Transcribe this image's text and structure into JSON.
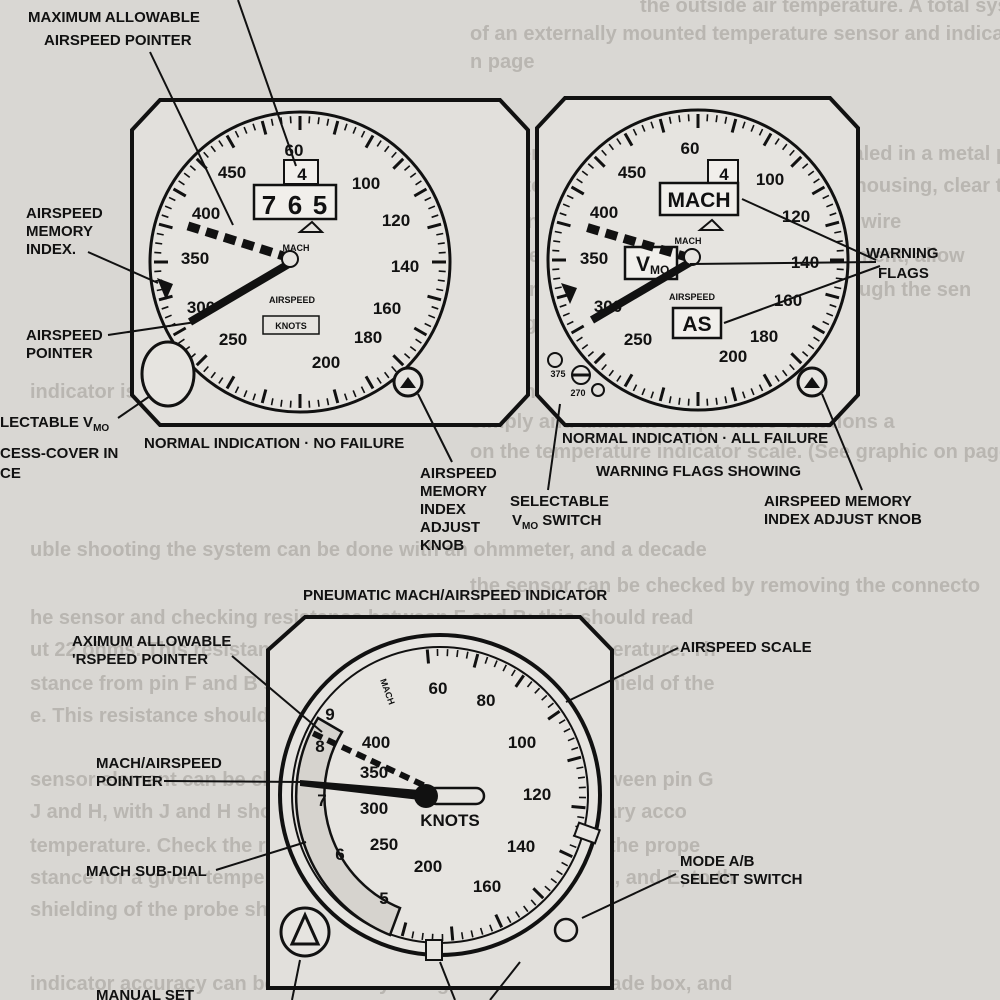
{
  "colors": {
    "paper": "#d9d7d3",
    "ink": "#111111",
    "ghost": "#b9b6b1"
  },
  "top_left": {
    "labels": {
      "max_airspeed_1": "MAXIMUM ALLOWABLE",
      "max_airspeed_2": "AIRSPEED POINTER",
      "memory_index_1": "AIRSPEED",
      "memory_index_2": "MEMORY",
      "memory_index_3": "INDEX.",
      "airspeed_pointer_1": "AIRSPEED",
      "airspeed_pointer_2": "POINTER",
      "vmo_cover_1": "LECTABLE V",
      "vmo_cover_sub": "MO",
      "vmo_cover_2": "CESS-COVER IN",
      "vmo_cover_3": "CE",
      "caption": "NORMAL INDICATION · NO FAILURE",
      "knob_1": "AIRSPEED",
      "knob_2": "MEMORY",
      "knob_3": "INDEX",
      "knob_4": "ADJUST",
      "knob_5": "KNOB"
    },
    "dial": {
      "scale": [
        "60",
        "100",
        "120",
        "140",
        "160",
        "180",
        "200",
        "250",
        "300",
        "350",
        "400",
        "450"
      ],
      "counter": [
        "7",
        "6",
        "5"
      ],
      "counter_top": "4",
      "mach": "MACH",
      "airspeed": "AIRSPEED",
      "knots": "KNOTS"
    }
  },
  "top_right": {
    "labels": {
      "warning_1": "WARNING",
      "warning_2": "FLAGS",
      "caption_1": "NORMAL INDICATION · ALL FAILURE",
      "caption_2": "WARNING FLAGS SHOWING",
      "vmo_switch_1": "SELECTABLE",
      "vmo_switch_2": "V",
      "vmo_switch_sub": "MO",
      "vmo_switch_3": "SWITCH",
      "knob_1": "AIRSPEED MEMORY",
      "knob_2": "INDEX ADJUST KNOB"
    },
    "dial": {
      "scale": [
        "60",
        "100",
        "120",
        "140",
        "160",
        "180",
        "200",
        "250",
        "300",
        "350",
        "400",
        "450"
      ],
      "flag_mach": "MACH",
      "flag_vmo": "V",
      "flag_vmo_sub": "MO",
      "flag_as": "AS",
      "counter_top": "4",
      "mach": "MACH",
      "airspeed": "AIRSPEED",
      "switch_375": "375",
      "switch_270": "270"
    }
  },
  "bottom": {
    "title": "PNEUMATIC MACH/AIRSPEED INDICATOR",
    "labels": {
      "max_1": "AXIMUM ALLOWABLE",
      "max_2": "'RSPEED POINTER",
      "mach_airspeed_1": "MACH/AIRSPEED",
      "mach_airspeed_2": "POINTER",
      "mach_subdial": "MACH SUB-DIAL",
      "airspeed_scale": "AIRSPEED SCALE",
      "mode_1": "MODE A/B",
      "mode_2": "SELECT SWITCH",
      "manual_set": "MANUAL SET"
    },
    "dial": {
      "outer": [
        "60",
        "80",
        "100",
        "120",
        "140",
        "160"
      ],
      "inner": [
        "400",
        "350",
        "300",
        "250",
        "200"
      ],
      "mach": [
        "9",
        "8",
        "7",
        "6",
        "5"
      ],
      "mach_label": "MACH",
      "knots": "KNOTS"
    }
  },
  "background_text": [
    "the outside air temperature. A total system installat",
    "of an externally mounted temperature sensor and indicator display. (Se",
    "n page",
    "total temperature sensor elements are hermetically sealed in a metal probe",
    "mounted in a low velocity section of the housing, clear the",
    "element consist of a platinum resistance wire",
    "changes the resistance of the sensor element, allow",
    "the surface air temperature, passing through the sen",
    "a bridge element to the sensor.",
    "indicator is a solid state center instrument which contains the bridge",
    "simply and ambient temperature variations a",
    "on the temperature indicator scale. (See graphic on page",
    "uble shooting the system can be done with an ohmmeter, and a decade",
    "the sensor can be checked by removing the connecto",
    "he sensor and checking resistance between F and B; this should read",
    "ut 22 ohms. This resistance varies slightly with ambient temperature. Th",
    "stance from pin F and B should not be shorted to the metal shield of the",
    "e. This resistance should exceed 5 megohms.",
    "sensor element can be checked by measuring resistance between pin G",
    "J and H, with J and H shorted together. This resistance will vary acco",
    "temperature. Check the resistance to the graph to determine the prope",
    "stance for a given temperature. The resistance from pins C, D, and E, to th",
    "shielding of the probe should exceed 10 megohms.",
    "indicator accuracy can be checked by using a resistance decade box, and"
  ]
}
